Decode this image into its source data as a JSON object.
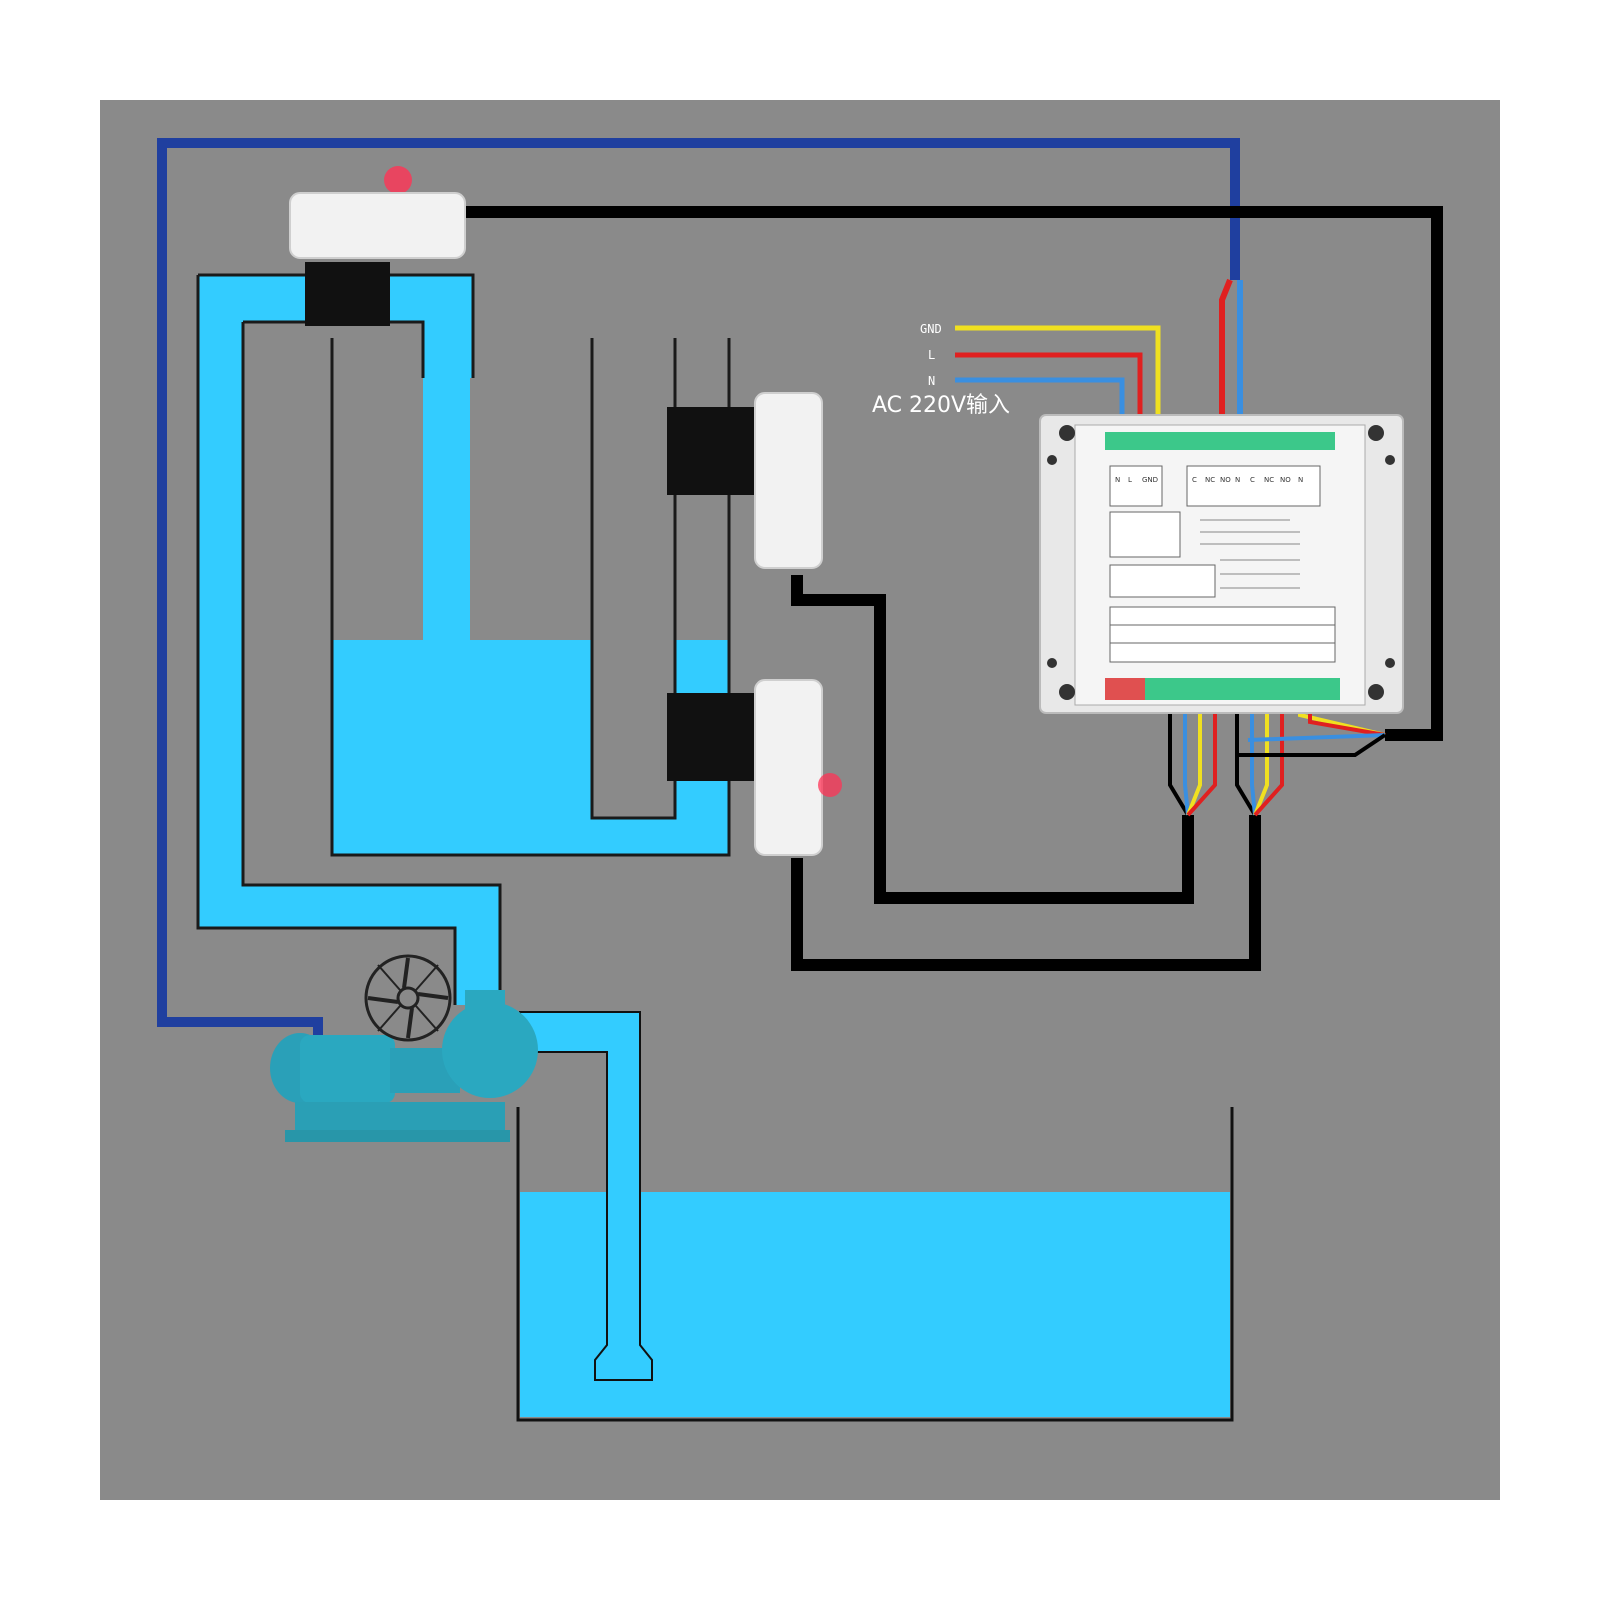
{
  "power_input": {
    "gnd_label": "GND",
    "l_label": "L",
    "n_label": "N",
    "ac_label": "AC 220V输入"
  },
  "controller": {
    "terminal_labels": [
      "N",
      "L",
      "GND",
      "C",
      "NC",
      "NO",
      "N",
      "C",
      "NC",
      "NO",
      "N"
    ]
  },
  "colors": {
    "background": "#8a8a8a",
    "water": "#33ccff",
    "wire_black": "#000000",
    "wire_blue": "#1f3f9f",
    "wire_red": "#e02020",
    "wire_yellow": "#f0e020",
    "wire_lightblue": "#3a8fe0",
    "sensor_body": "#f2f2f2",
    "indicator_red": "#ff3355"
  },
  "icons": [
    "sensor-icon",
    "pump-icon",
    "fan-icon",
    "controller-icon"
  ]
}
